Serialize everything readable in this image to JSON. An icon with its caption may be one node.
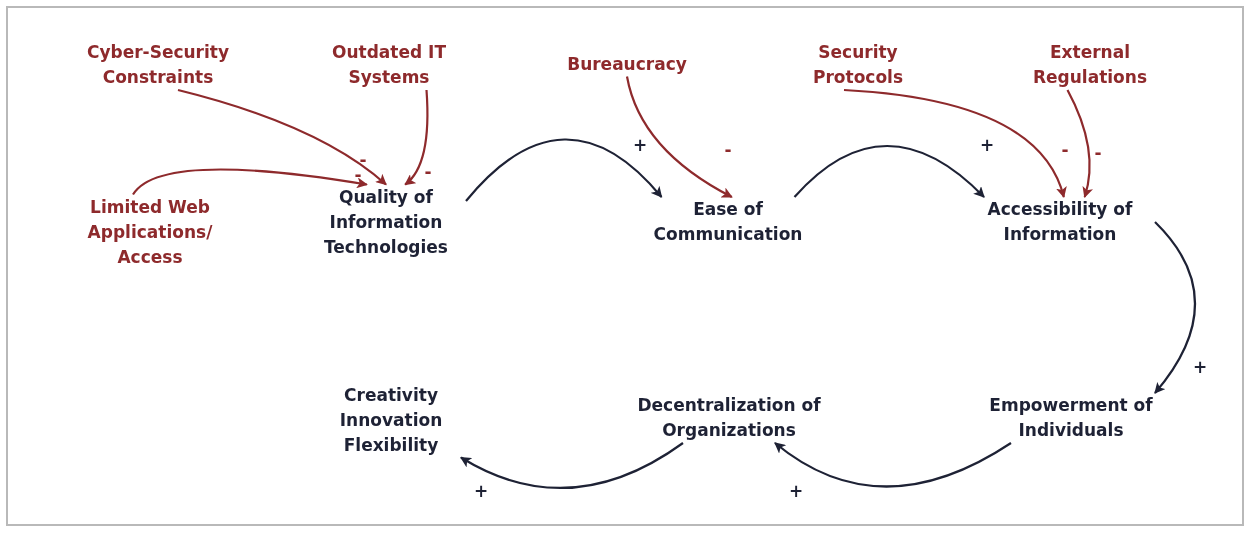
{
  "diagram": {
    "nodes": [
      {
        "text": [
          "Cyber-Security Constraints"
        ]
      },
      {
        "text": [
          "Outdated IT Systems"
        ]
      },
      {
        "text": [
          "Bureaucracy"
        ]
      },
      {
        "text": [
          "Security Protocols"
        ]
      },
      {
        "text": [
          "External Regulations"
        ]
      },
      {
        "text": [
          "Limited Web Applications/ Access"
        ]
      },
      {
        "text": [
          "Quality of Information Technologies"
        ]
      },
      {
        "text": [
          "Ease of Communication"
        ]
      },
      {
        "text": [
          "Accessibility of Information"
        ]
      },
      {
        "text": [
          "Empowerment of Individuals"
        ]
      },
      {
        "text": [
          "Decentralization of Organizations"
        ]
      },
      {
        "text": [
          "Creativity Innovation Flexibility"
        ]
      }
    ],
    "edges": [
      {
        "from": 0,
        "to": 6,
        "arrow": "to",
        "label": "-"
      },
      {
        "from": 1,
        "to": 6,
        "arrow": "to",
        "label": "-"
      },
      {
        "from": 5,
        "to": 6,
        "arrow": "to",
        "label": "-"
      },
      {
        "from": 6,
        "to": 7,
        "arrow": "to",
        "label": "+",
        "color": "#1e2235"
      },
      {
        "from": 2,
        "to": 7,
        "arrow": "to",
        "label": "-"
      },
      {
        "from": 7,
        "to": 8,
        "arrow": "to",
        "label": "+",
        "color": "#1e2235"
      },
      {
        "from": 3,
        "to": 8,
        "arrow": "to",
        "label": "-"
      },
      {
        "from": 4,
        "to": 8,
        "arrow": "to",
        "label": "-"
      },
      {
        "from": 8,
        "to": 9,
        "arrow": "to",
        "label": "+",
        "color": "#1e2235"
      },
      {
        "from": 9,
        "to": 10,
        "arrow": "to",
        "label": "+",
        "color": "#1e2235"
      },
      {
        "from": 10,
        "to": 11,
        "arrow": "to",
        "label": "+",
        "color": "#1e2235"
      }
    ]
  }
}
